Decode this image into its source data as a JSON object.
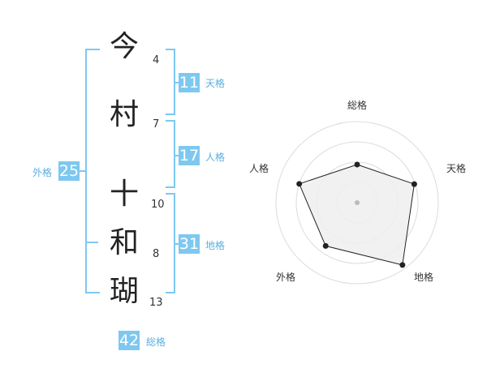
{
  "name_chars": [
    {
      "char": "今",
      "strokes": "4"
    },
    {
      "char": "村",
      "strokes": "7"
    },
    {
      "char": "十",
      "strokes": "10"
    },
    {
      "char": "和",
      "strokes": "8"
    },
    {
      "char": "瑚",
      "strokes": "13"
    }
  ],
  "fortunes": {
    "tenkaku": {
      "value": "11",
      "label": "天格"
    },
    "jinkaku": {
      "value": "17",
      "label": "人格"
    },
    "chikaku": {
      "value": "31",
      "label": "地格"
    },
    "gaikaku": {
      "value": "25",
      "label": "外格"
    },
    "soukaku": {
      "value": "42",
      "label": "総格"
    }
  },
  "colors": {
    "accent": "#7ec8f0",
    "label": "#5aaee0"
  },
  "chart_data": {
    "type": "radar",
    "axes": [
      "総格",
      "天格",
      "地格",
      "外格",
      "人格"
    ],
    "values": [
      0.47,
      0.74,
      0.95,
      0.66,
      0.75
    ],
    "rings": 4
  }
}
